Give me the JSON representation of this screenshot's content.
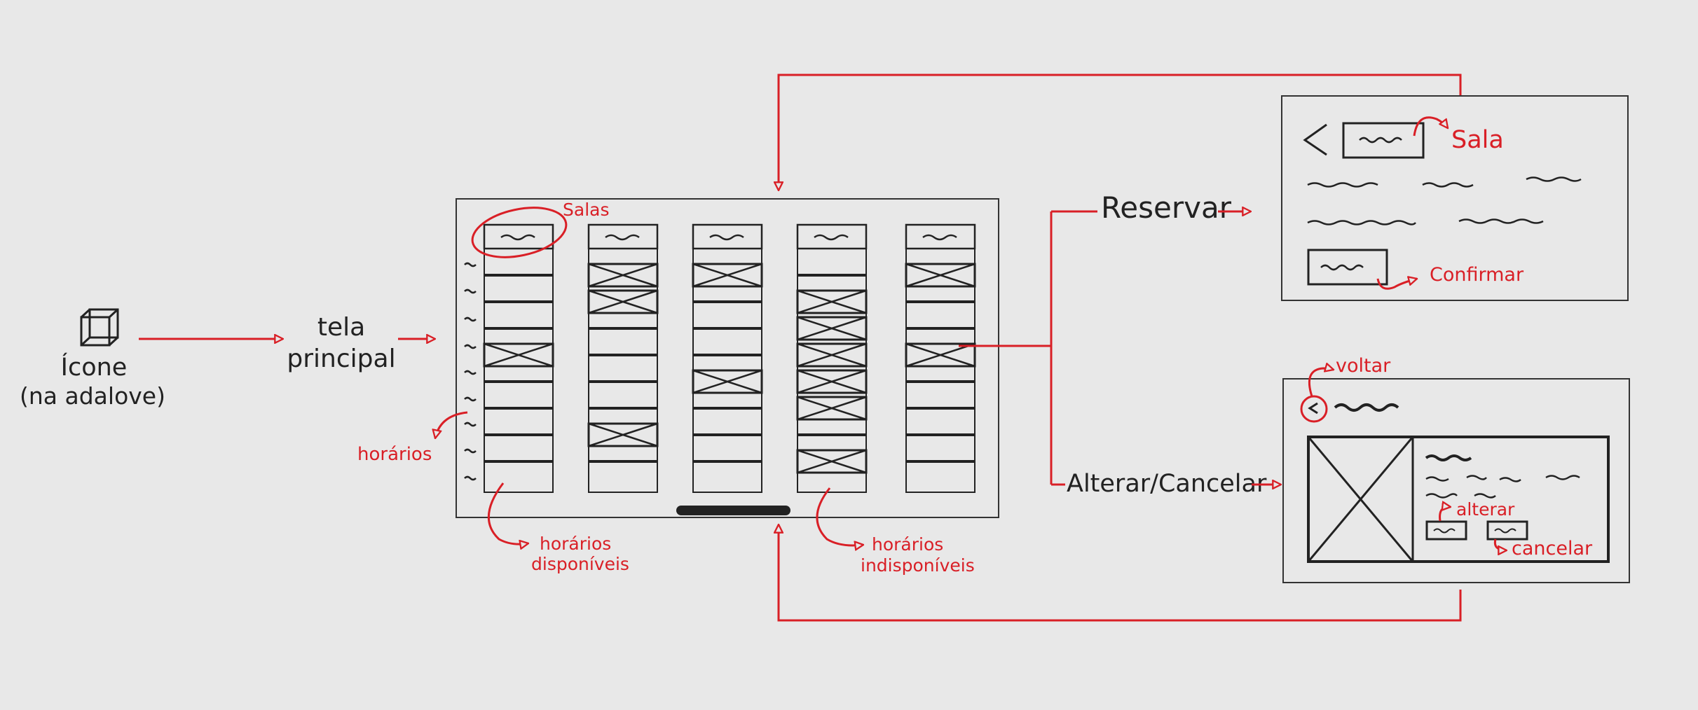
{
  "colors": {
    "background": "#e8e8e8",
    "ink": "#222222",
    "accent_red": "#d91f26"
  },
  "icons": {
    "app_icon": "cube-icon",
    "back": "chevron-left-icon",
    "image_placeholder": "image-placeholder-icon"
  },
  "left": {
    "icon_label": "Ícone",
    "icon_sublabel": "(na adalove)",
    "main_screen_line1": "tela",
    "main_screen_line2": "principal"
  },
  "main_screen": {
    "rooms_note": "Salas",
    "hours_note": "horários",
    "available_note_line1": "horários",
    "available_note_line2": "disponíveis",
    "unavailable_note_line1": "horários",
    "unavailable_note_line2": "indisponíveis"
  },
  "actions": {
    "reserve": "Reservar",
    "alter_cancel": "Alterar/Cancelar"
  },
  "reserve_screen": {
    "room_note": "Sala",
    "confirm_note": "Confirmar"
  },
  "manage_screen": {
    "back_note": "voltar",
    "alter_note": "alterar",
    "cancel_note": "cancelar"
  }
}
